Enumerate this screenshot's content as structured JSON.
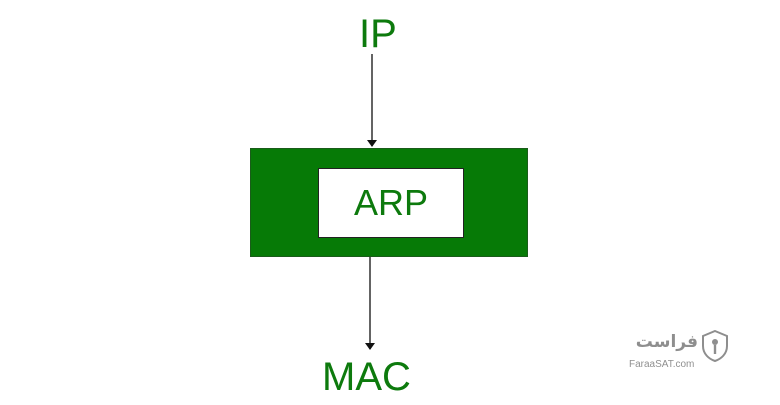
{
  "diagram": {
    "input_label": "IP",
    "process_label": "ARP",
    "output_label": "MAC",
    "colors": {
      "label_green": "#0d7a0d",
      "box_green": "#067a06",
      "arrow": "#111111"
    }
  },
  "watermark": {
    "brand": "فراست",
    "url": "FaraaSAT.com",
    "icon": "shield-icon"
  }
}
